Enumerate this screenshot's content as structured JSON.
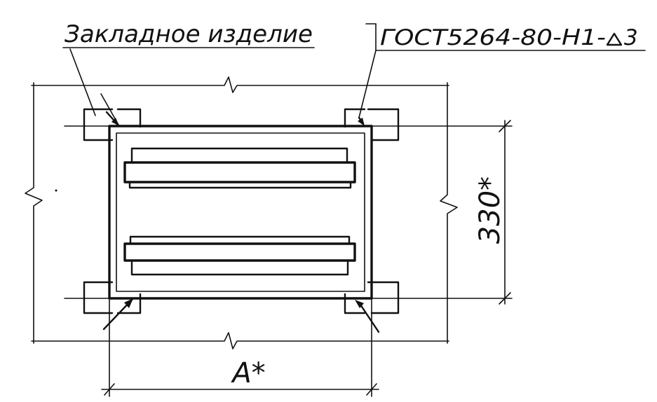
{
  "labels": {
    "embedded_part": "Закладное изделие",
    "weld_designation": "ГОСТ5264-80-Н1-",
    "weld_leg": "3",
    "dim_height": "330*",
    "dim_width": "A*"
  },
  "colors": {
    "ink": "#111111",
    "paper": "#ffffff"
  }
}
